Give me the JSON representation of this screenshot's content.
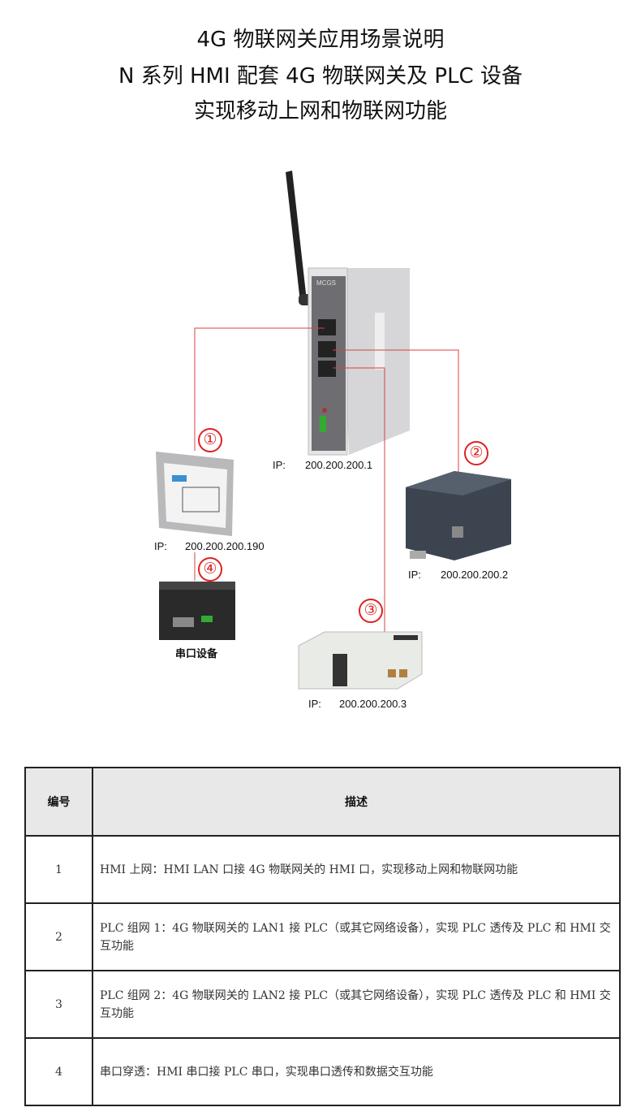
{
  "title": {
    "line1": "4G 物联网关应用场景说明",
    "line2": "N 系列 HMI 配套 4G 物联网关及 PLC 设备",
    "line3": "实现移动上网和物联网功能"
  },
  "diagram": {
    "gateway": {
      "brand": "MCGS",
      "ip_label": "IP:",
      "ip": "200.200.200.1"
    },
    "hmi": {
      "ip_label": "IP:",
      "ip": "200.200.200.190"
    },
    "plc1": {
      "ip_label": "IP:",
      "ip": "200.200.200.2"
    },
    "plc2": {
      "ip_label": "IP:",
      "ip": "200.200.200.3"
    },
    "serial": {
      "label": "串口设备"
    },
    "markers": [
      "①",
      "②",
      "③",
      "④"
    ],
    "line_color": "#d94040"
  },
  "table": {
    "headers": [
      "编号",
      "描述"
    ],
    "rows": [
      {
        "num": "1",
        "desc": "HMI 上网：HMI LAN 口接 4G 物联网关的 HMI 口，实现移动上网和物联网功能"
      },
      {
        "num": "2",
        "desc": "PLC 组网 1：4G 物联网关的 LAN1 接 PLC（或其它网络设备），实现 PLC 透传及 PLC 和 HMI 交互功能"
      },
      {
        "num": "3",
        "desc": "PLC 组网 2：4G 物联网关的 LAN2 接 PLC（或其它网络设备），实现 PLC 透传及 PLC 和 HMI 交互功能"
      },
      {
        "num": "4",
        "desc": "串口穿透：HMI 串口接 PLC 串口，实现串口透传和数据交互功能"
      }
    ]
  }
}
